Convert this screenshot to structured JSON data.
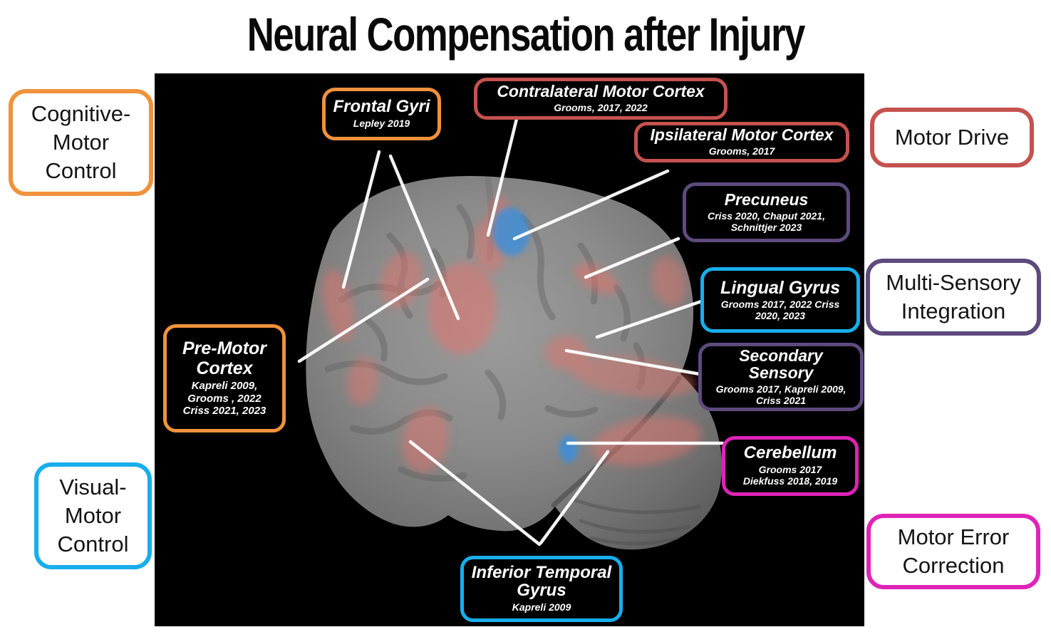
{
  "title": "Neural Compensation after Injury",
  "colors": {
    "orange": "#F0923B",
    "red": "#C5524E",
    "purple": "#5E4A7D",
    "cyan": "#18AEEC",
    "magenta": "#E023B7",
    "activation_red": "#E4736C",
    "activation_blue": "#3E8ED6",
    "panel_background": "#000000"
  },
  "outer_labels": [
    {
      "id": "cognitive-motor-control",
      "text": "Cognitive-\nMotor\nControl",
      "color": "orange"
    },
    {
      "id": "motor-drive",
      "text": "Motor Drive",
      "color": "red"
    },
    {
      "id": "multi-sensory-integration",
      "text": "Multi-Sensory\nIntegration",
      "color": "purple"
    },
    {
      "id": "visual-motor-control",
      "text": "Visual-\nMotor\nControl",
      "color": "cyan"
    },
    {
      "id": "motor-error-correction",
      "text": "Motor Error\nCorrection",
      "color": "magenta"
    }
  ],
  "region_labels": [
    {
      "id": "frontal-gyri",
      "name": "Frontal Gyri",
      "refs": "Lepley 2019",
      "color": "orange"
    },
    {
      "id": "contralateral-motor-cortex",
      "name": "Contralateral Motor Cortex",
      "refs": "Grooms, 2017, 2022",
      "color": "red"
    },
    {
      "id": "ipsilateral-motor-cortex",
      "name": "Ipsilateral Motor Cortex",
      "refs": "Grooms, 2017",
      "color": "red"
    },
    {
      "id": "precuneus",
      "name": "Precuneus",
      "refs": "Criss 2020, Chaput 2021,\nSchnittjer 2023",
      "color": "purple"
    },
    {
      "id": "lingual-gyrus",
      "name": "Lingual Gyrus",
      "refs": "Grooms 2017, 2022 Criss\n2020, 2023",
      "color": "cyan"
    },
    {
      "id": "secondary-sensory",
      "name": "Secondary Sensory",
      "refs": "Grooms 2017, Kapreli 2009,\nCriss 2021",
      "color": "purple"
    },
    {
      "id": "pre-motor-cortex",
      "name": "Pre-Motor\nCortex",
      "refs": "Kapreli 2009,\nGrooms , 2022\nCriss 2021, 2023",
      "color": "orange"
    },
    {
      "id": "cerebellum",
      "name": "Cerebellum",
      "refs": "Grooms 2017\nDiekfuss 2018, 2019",
      "color": "magenta"
    },
    {
      "id": "inferior-temporal-gyrus",
      "name": "Inferior Temporal\nGyrus",
      "refs": "Kapreli 2009",
      "color": "cyan"
    }
  ]
}
